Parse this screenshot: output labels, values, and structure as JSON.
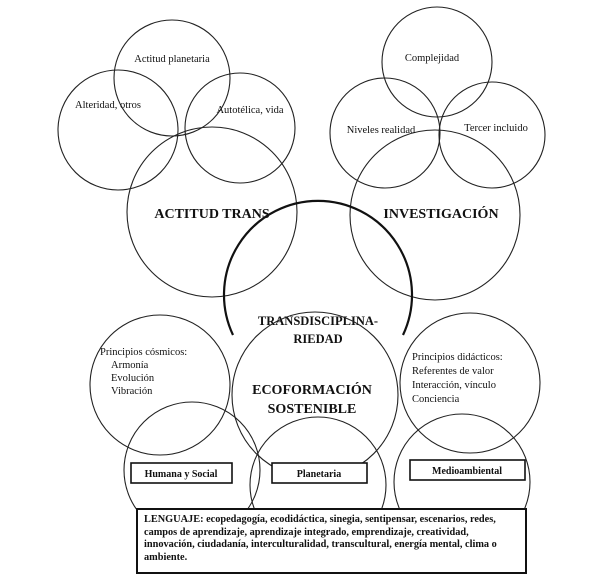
{
  "top_left": {
    "center_label": "ACTITUD TRANS",
    "satellites": [
      "Actitud planetaria",
      "Alteridad, otros",
      "Autotélica, vida"
    ]
  },
  "top_right": {
    "center_label": "INVESTIGACIÓN",
    "satellites": [
      "Complejidad",
      "Niveles realidad",
      "Tercer incluido"
    ]
  },
  "middle": {
    "label_line1": "TRANSDISCIPLINA-",
    "label_line2": "RIEDAD"
  },
  "bottom": {
    "label_line1": "ECOFORMACIÓN",
    "label_line2": "SOSTENIBLE",
    "left_principles": [
      "Principios cósmicos:",
      "Armonía",
      "Evolución",
      "Vibración"
    ],
    "right_principles": [
      "Principios didácticos:",
      "Referentes de valor",
      "Interacción, vínculo",
      "Conciencia"
    ],
    "boxes": [
      "Humana y Social",
      "Planetaria",
      "Medioambiental"
    ]
  },
  "lenguaje": {
    "head": "LENGUAJE:",
    "text": "ecopedagogía, ecodidáctica, sinegia, sentipensar, escenarios, redes, campos de aprendizaje, aprendizaje integrado, emprendizaje, creatividad, innovación, ciudadanía, interculturalidad, transcultural, energía mental, clima o ambiente."
  }
}
